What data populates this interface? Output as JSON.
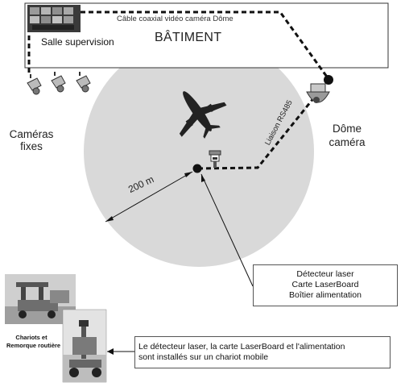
{
  "building": {
    "title": "BÂTIMENT",
    "cable_label": "Câble coaxial vidéo caméra Dôme",
    "room_label": "Salle supervision"
  },
  "cameras": {
    "fixed_line1": "Caméras",
    "fixed_line2": "fixes",
    "dome_line1": "Dôme",
    "dome_line2": "caméra"
  },
  "zone": {
    "radius_label": "200 m",
    "link_label": "Liaison RS485"
  },
  "detector_box": {
    "line1": "Détecteur laser",
    "line2": "Carte LaserBoard",
    "line3": "Boîtier alimentation"
  },
  "mobile_box": {
    "line1": "Le détecteur laser, la carte LaserBoard et l'alimentation",
    "line2": "sont installés sur un chariot mobile"
  },
  "photos": {
    "caption_line1": "Chariots et",
    "caption_line2": "Remorque routière"
  },
  "colors": {
    "zone_fill": "#d9d9d9",
    "line": "#111111",
    "building_fill": "#ffffff"
  }
}
